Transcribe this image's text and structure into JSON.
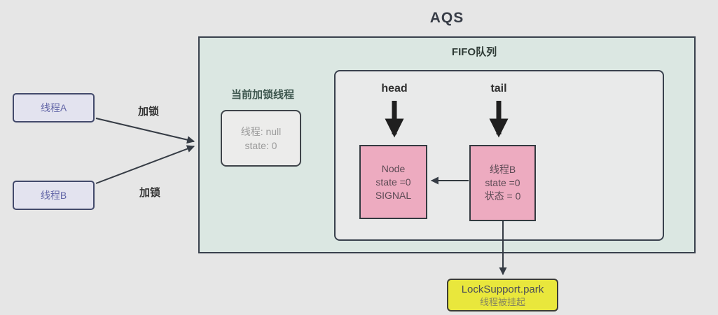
{
  "title": "AQS",
  "colors": {
    "page_bg": "#e6e6e6",
    "aqs_bg": "#dbe7e2",
    "fifo_bg": "#e9eaea",
    "node_pink": "#edabc0",
    "park_yellow": "#e9e73c",
    "thread_lavender": "#e3e3ef",
    "line_dark": "#363c45"
  },
  "threads": {
    "a_label": "线程A",
    "b_label": "线程B",
    "lock_label_a": "加锁",
    "lock_label_b": "加锁"
  },
  "current_lock": {
    "heading": "当前加锁线程",
    "thread_line": "线程: null",
    "state_line": "state: 0"
  },
  "fifo": {
    "label": "FIFO队列",
    "head_label": "head",
    "tail_label": "tail",
    "head_node": {
      "line1": "Node",
      "line2": "state =0",
      "line3": "SIGNAL"
    },
    "tail_node": {
      "line1": "线程B",
      "line2": "state =0",
      "line3": "状态 = 0"
    }
  },
  "park": {
    "line1": "LockSupport.park",
    "line2": "线程被挂起"
  }
}
